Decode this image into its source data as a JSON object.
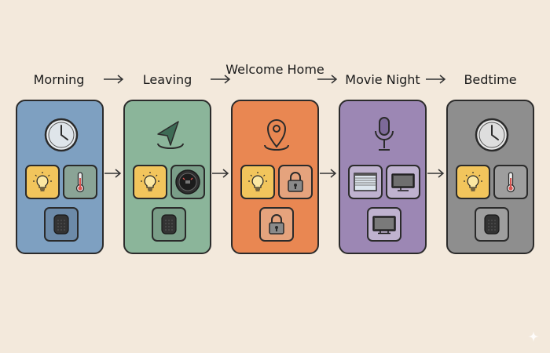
{
  "steps": [
    {
      "label": "Morning"
    },
    {
      "label": "Leaving"
    },
    {
      "label": "Welcome Home"
    },
    {
      "label": "Movie Night"
    },
    {
      "label": "Bedtime"
    }
  ],
  "colors": {
    "background": "#f3e9dc",
    "morning": "#7ea0c1",
    "leaving": "#8bb59a",
    "welcome_home": "#e98752",
    "movie_night": "#9c87b4",
    "bedtime": "#8e8e8e",
    "light_tile": "#f2c55c",
    "outline": "#2b2b2b"
  },
  "icons": {
    "morning": [
      "clock-icon",
      "light-bulb-icon",
      "thermometer-icon",
      "smart-speaker-icon"
    ],
    "leaving": [
      "location-arrow-icon",
      "light-bulb-icon",
      "thermostat-icon",
      "smart-speaker-icon"
    ],
    "welcome_home": [
      "map-pin-icon",
      "light-bulb-icon",
      "lock-icon",
      "lock-icon"
    ],
    "movie_night": [
      "microphone-icon",
      "window-blinds-icon",
      "monitor-icon",
      "tv-icon"
    ],
    "bedtime": [
      "clock-icon",
      "light-bulb-icon",
      "thermometer-icon",
      "smart-speaker-icon"
    ]
  }
}
